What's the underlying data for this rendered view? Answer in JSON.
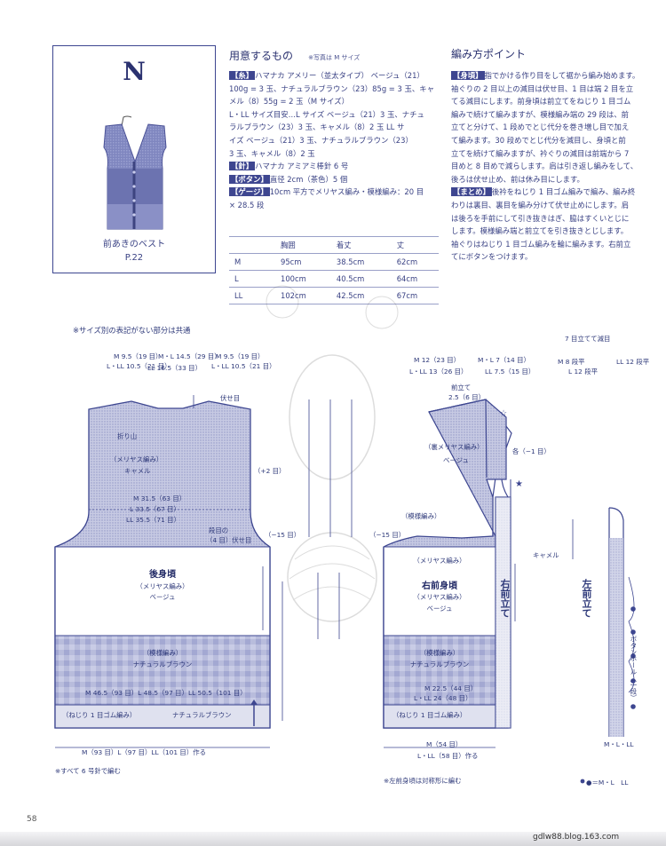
{
  "card": {
    "letter": "N",
    "name": "前あきのベスト",
    "page": "P.22"
  },
  "materials": {
    "title": "用意するもの",
    "note": "※写真は M サイズ",
    "lines": [
      "【糸】ハマナカ アメリー（並太タイプ） ベージュ（21）",
      "100g = 3 玉、ナチュラルブラウン（23）85g = 3 玉、キャ",
      "メル（8）55g = 2 玉（M サイズ）",
      "L・LL サイズ目安…L サイズ ベージュ（21）3 玉、ナチュ",
      "ラルブラウン（23）3 玉、キャメル（8）2 玉 LL サ",
      "イズ ベージュ（21）3 玉、ナチュラルブラウン（23）",
      "3 玉、キャメル（8）2 玉",
      "【針】ハマナカ アミアミ棒針 6 号",
      "【ボタン】直径 2cm（茶色）5 個",
      "【ゲージ】10cm 平方でメリヤス編み・模様編み：20 目",
      "× 28.5 段"
    ]
  },
  "sizes": {
    "headers": [
      "",
      "胸囲",
      "着丈",
      "丈"
    ],
    "rows": [
      [
        "M",
        "95cm",
        "38.5cm",
        "62cm"
      ],
      [
        "L",
        "100cm",
        "40.5cm",
        "64cm"
      ],
      [
        "LL",
        "102cm",
        "42.5cm",
        "67cm"
      ]
    ]
  },
  "points": {
    "title": "編み方ポイント",
    "lines": [
      "【身頃】指でかける作り目をして裾から編み始めます。",
      "袖ぐりの 2 目以上の減目は伏せ目、1 目は端 2 目を立",
      "てる減目にします。前身頃は前立てをねじり 1 目ゴム",
      "編みで続けて編みますが、模様編み端の 29 段は、前",
      "立てと分けて、1 段めでとじ代分を巻き増し目で加え",
      "て編みます。30 段めでとじ代分を減目し、身頃と前",
      "立てを続けて編みますが、衿ぐりの減目は前端から 7",
      "目めと 8 目めで減らします。肩は引き返し編みをして、",
      "後ろは伏せ止め、前は休み目にします。",
      "【まとめ】後衿をねじり 1 目ゴム編みで編み、編み終",
      "わりは裏目、裏目を編み分けて伏せ止めにします。肩",
      "は後ろを手前にして引き抜きはぎ、脇はすくいとじに",
      "します。模様編み端と前立てを引き抜きとじします。",
      "袖ぐりはねじり 1 目ゴム編みを輪に編みます。右前立",
      "てにボタンをつけます。"
    ]
  },
  "diagram": {
    "common_note": "※サイズ別の表記がない部分は共通",
    "back": {
      "title": "後身頃",
      "sub1": "（メリヤス編み）",
      "sub2": "ベージュ",
      "upper": "（メリヤス編み）",
      "upper_color": "キャメル",
      "pattern": "（模様編み）",
      "pattern_color": "ナチュラルブラウン",
      "rib": "（ねじり 1 目ゴム編み）",
      "rib_color": "ナチュラルブラウン",
      "cast_on": "M（93 目）L（97 目）LL（101 目）作る",
      "bottom_counts": "M 46.5（93 目）L 48.5（97 目）LL 50.5（101 目）",
      "top_left_m": "M 9.5（19 目）",
      "top_left_lll": "L・LL 10.5（21 目）",
      "top_mid_m": "M・L 14.5（29 目）",
      "top_mid_ll": "LL 16.5（33 目）",
      "top_right_m": "M 9.5（19 目）",
      "top_right_lll": "L・LL 10.5（21 目）",
      "neck_note": "伏せ目",
      "shoulder_shape": "折り山",
      "mid_width_m": "M 31.5（63 目）",
      "mid_width_l": "L 33.5（67 目）",
      "mid_width_ll": "LL 35.5（71 目）",
      "armhole": "段目の",
      "armhole_bind": "（4 目）伏せ目",
      "decrease": "（−15 目）",
      "increase": "（+2 目）"
    },
    "front": {
      "title": "右前身頃",
      "sub1": "（メリヤス編み）",
      "sub2": "ベージュ",
      "upper": "（裏メリヤス編み）",
      "upper_color": "ベージュ",
      "pattern": "（模様編み）",
      "pattern_color": "ナチュラルブラウン",
      "rib": "（ねじり 1 目ゴム編み）",
      "cast_on_m": "M（54 目）",
      "cast_on_lll": "L・LL（58 目）作る",
      "bottom_m": "M 22.5（44 目）",
      "bottom_lll": "L・LL 24（48 目）",
      "top_m": "M 12（23 目）",
      "top_lll": "L・LL 13（26 目）",
      "top_mlm": "M・L 7（14 目）",
      "top_ll": "LL 7.5（15 目）",
      "band": "前立て",
      "band_size": "2.5（6 目）",
      "star_label": "各（−1 目）",
      "caramel": "キャメル",
      "mirror_note": "※左前身頃は対称形に編む",
      "decrease": "（−15 目）"
    },
    "right_band": "右前立て",
    "left_band": "左前立て",
    "buttonhole": "ボタンホール（一段）",
    "all_note": "※すべて 6 号針で編む",
    "neck_decrease_title": "7 目立てて減目",
    "neck_m": "M 8 段平",
    "neck_l": "L 12 段平",
    "neck_ll": "LL 12 段平",
    "band_rows": "M・L・LL",
    "bottom_right": "●＝M・L　LL"
  },
  "footer": {
    "page": "58",
    "credit": "gdlw88.blog.163.com"
  }
}
